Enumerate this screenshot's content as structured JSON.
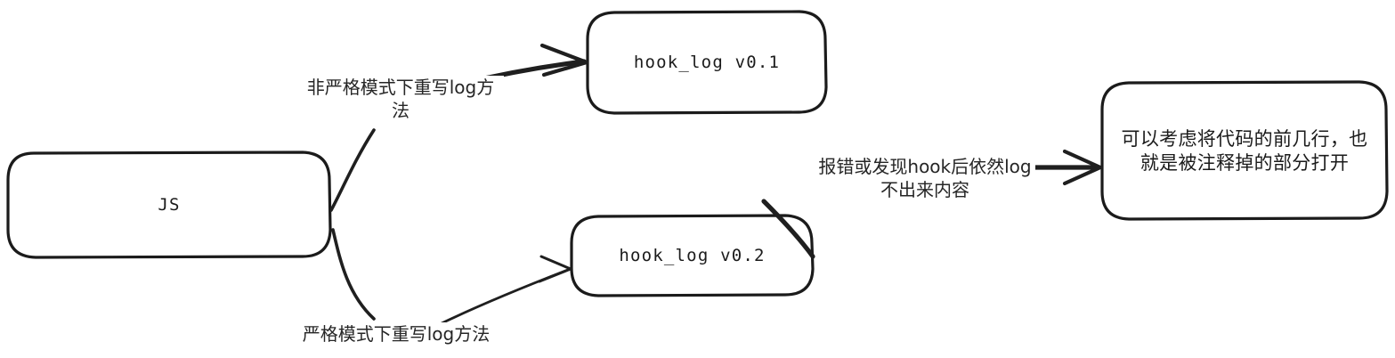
{
  "diagram": {
    "type": "flowchart",
    "style": "hand-drawn",
    "background_color": "#ffffff",
    "stroke_color": "#1b1b1b",
    "text_color": "#1b1b1b",
    "nodes": [
      {
        "id": "js",
        "label": "JS",
        "shape": "rounded-rect"
      },
      {
        "id": "v01",
        "label": "hook_log v0.1",
        "shape": "rounded-rect"
      },
      {
        "id": "v02",
        "label": "hook_log v0.2",
        "shape": "rounded-rect"
      },
      {
        "id": "note",
        "label": "可以考虑将代码的前几行，也就是被注释掉的部分打开",
        "shape": "rounded-rect"
      }
    ],
    "edges": [
      {
        "from": "js",
        "to": "v01",
        "label_lines": [
          "非严格模式下重写log方",
          "法"
        ]
      },
      {
        "from": "js",
        "to": "v02",
        "label_lines": [
          "严格模式下重写log方法"
        ]
      },
      {
        "from": "v02",
        "to": "note",
        "label_lines": [
          "报错或发现hook后依然log",
          "不出来内容"
        ]
      }
    ]
  }
}
